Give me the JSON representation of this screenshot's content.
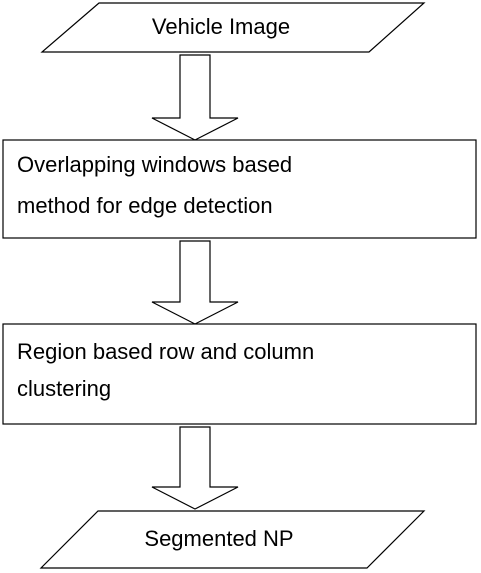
{
  "nodes": {
    "input": {
      "label": "Vehicle Image"
    },
    "step1": {
      "lines": [
        "Overlapping windows based",
        "method for edge detection"
      ]
    },
    "step2": {
      "lines": [
        "Region based row and column",
        "clustering"
      ]
    },
    "output": {
      "label": "Segmented NP"
    }
  },
  "colors": {
    "stroke": "#000000",
    "fill": "#ffffff",
    "text": "#000000"
  }
}
